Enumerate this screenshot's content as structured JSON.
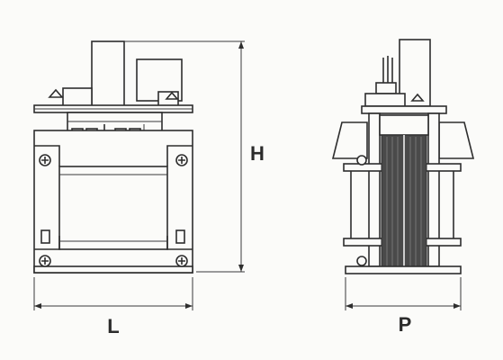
{
  "dimensions": {
    "length_label": "L",
    "height_label": "H",
    "depth_label": "P"
  },
  "colors": {
    "background": "#fbfbf9",
    "line": "#2e2e2e",
    "lamination": "#4a4a4a"
  }
}
